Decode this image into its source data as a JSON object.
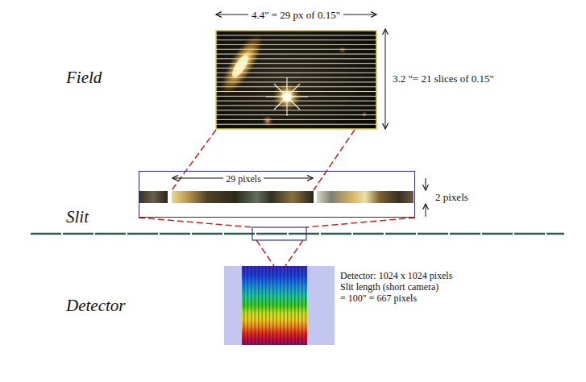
{
  "diagram": {
    "nodes": [
      {
        "text": [
          "29 pixels"
        ]
      }
    ],
    "labels": [
      "4.4\" = 29 px of 0.15\"",
      "3.2 \"= 21 slices of 0.15\"",
      "Field",
      "Slit",
      "2 pixels",
      "Detector: 1024 x 1024 pixels",
      "Slit length (short camera)",
      "= 100\" = 667 pixels",
      "Detector"
    ]
  }
}
